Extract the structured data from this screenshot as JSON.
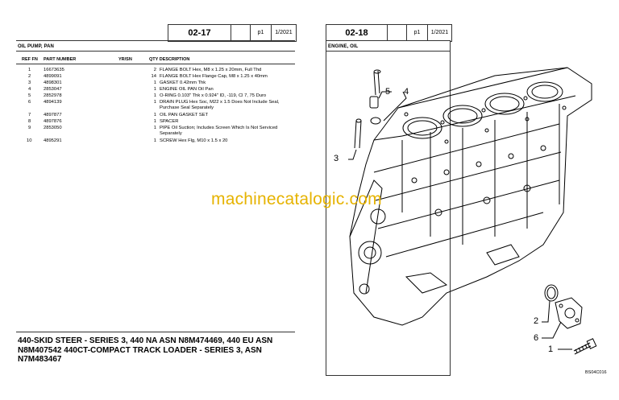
{
  "left_header": {
    "page_code": "02-17",
    "page": "p1",
    "date": "1/2021"
  },
  "right_header": {
    "page_code": "02-18",
    "page": "p1",
    "date": "1/2021"
  },
  "left_section_title": "OIL PUMP, PAN",
  "right_section_title": "ENGINE, OIL",
  "columns": {
    "ref_fn": "REF FN",
    "part_number": "PART NUMBER",
    "yrsn": "YR/SN",
    "qty_desc": "QTY DESCRIPTION"
  },
  "parts": [
    {
      "ref": "1",
      "part": "16673635",
      "qty": "2",
      "desc": [
        "FLANGE BOLT Hex, M8 x 1.25 x 20mm, Full Thd"
      ]
    },
    {
      "ref": "2",
      "part": "4899091",
      "qty": "14",
      "desc": [
        "FLANGE BOLT Hex Flange Cap, M8 x 1.25 x 40mm"
      ]
    },
    {
      "ref": "3",
      "part": "4898301",
      "qty": "1",
      "desc": [
        "GASKET 0.42mm Thk"
      ]
    },
    {
      "ref": "4",
      "part": "2853047",
      "qty": "1",
      "desc": [
        "ENGINE OIL PAN  Oil Pan"
      ]
    },
    {
      "ref": "5",
      "part": "2852978",
      "qty": "1",
      "desc": [
        "O-RING 0.103\" Thk x 0.924\" ID, -119, Cl 7, 75 Duro"
      ]
    },
    {
      "ref": "6",
      "part": "4894139",
      "qty": "1",
      "desc": [
        "DRAIN PLUG Hex Soc, M22 x 1.5 Does Not Include Seal,",
        "Purchase Seal Separately"
      ]
    },
    {
      "ref": "7",
      "part": "4897877",
      "qty": "1",
      "desc": [
        "OIL PAN GASKET SET"
      ]
    },
    {
      "ref": "8",
      "part": "4897876",
      "qty": "1",
      "desc": [
        "SPACER"
      ]
    },
    {
      "ref": "9",
      "part": "2853050",
      "qty": "1",
      "desc": [
        "PIPE  Oil Suction; Includes Screen Which Is Not Serviced",
        "Separately"
      ]
    },
    {
      "ref": "10",
      "part": "4895291",
      "qty": "1",
      "desc": [
        "SCREW Hex Flg, M10 x 1.5 x 20"
      ]
    }
  ],
  "footer_text": "440-SKID STEER - SERIES 3, 440 NA ASN N8M474469, 440 EU ASN N8M407542  440CT-COMPACT TRACK LOADER - SERIES 3, ASN N7M483467",
  "watermark": "machinecatalogic.com",
  "figure": {
    "callouts": [
      "5",
      "4",
      "3",
      "2",
      "6",
      "1"
    ],
    "figure_code": "BS04C016"
  }
}
